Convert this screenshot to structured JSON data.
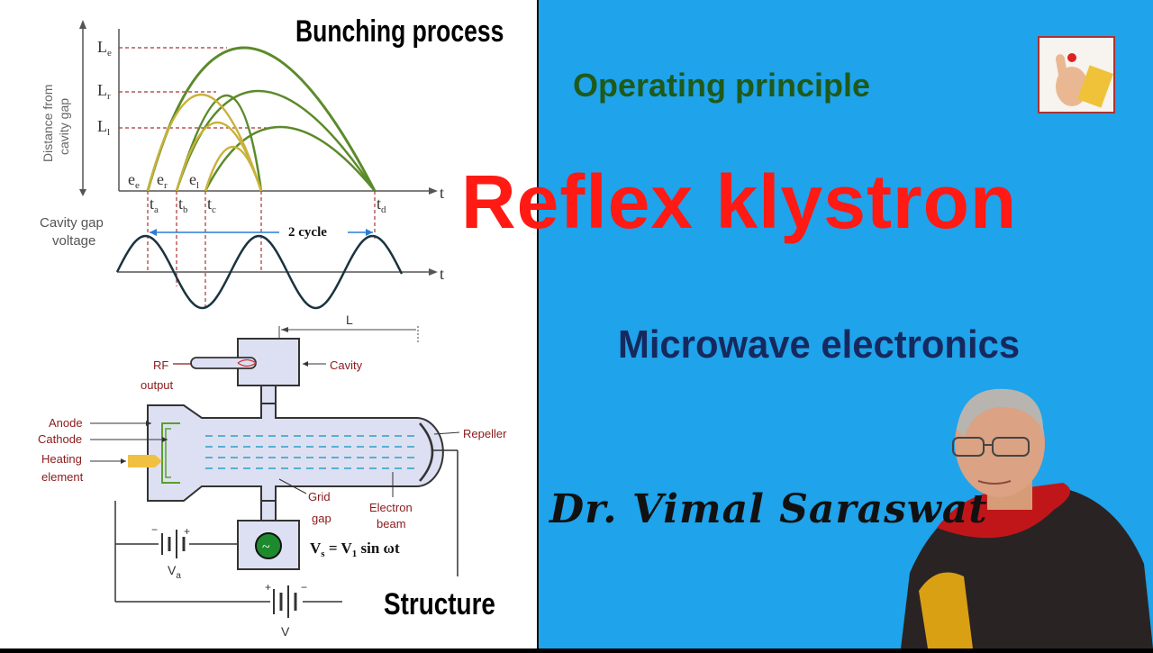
{
  "titles": {
    "main": "Reflex klystron",
    "operating": "Operating principle",
    "microwave": "Microwave electronics",
    "author": "Dr. Vimal Saraswat",
    "bunching": "Bunching process",
    "structure": "Structure"
  },
  "bunching_diagram": {
    "y_axis_label_1": "Distance from",
    "y_axis_label_2": "cavity gap",
    "levels": [
      "L",
      "L",
      "L"
    ],
    "level_subs": [
      "e",
      "r",
      "l"
    ],
    "electrons": [
      "e",
      "e",
      "e"
    ],
    "electron_subs": [
      "e",
      "r",
      "l"
    ],
    "times": [
      "t",
      "t",
      "t",
      "t"
    ],
    "time_subs": [
      "a",
      "b",
      "c",
      "d"
    ],
    "axis_t": "t",
    "voltage_label_1": "Cavity gap",
    "voltage_label_2": "voltage",
    "cycle_label": "2 cycle"
  },
  "structure_diagram": {
    "length_label": "L",
    "rf_label_1": "RF",
    "rf_label_2": "output",
    "cavity_label": "Cavity",
    "anode_label": "Anode",
    "cathode_label": "Cathode",
    "heating_label_1": "Heating",
    "heating_label_2": "element",
    "repeller_label": "Repeller",
    "grid_label_1": "Grid",
    "grid_label_2": "gap",
    "beam_label_1": "Electron",
    "beam_label_2": "beam",
    "va_label": "V",
    "va_sub": "a",
    "v_label": "V",
    "plus": "+",
    "minus": "−",
    "ac_symbol": "~",
    "vs_equation_main": "V",
    "vs_equation_s": "s",
    "vs_equation_eq": " = V",
    "vs_equation_1": "1",
    "vs_equation_tail": " sin ωt"
  },
  "colors": {
    "title_red": "#ff1a14",
    "green_dark": "#1f5a1a",
    "navy": "#16295e",
    "panel_blue": "#1fa3ea",
    "curve_green": "#5b8a2a",
    "curve_gold": "#c9b23a",
    "label_red": "#8b1a1a"
  },
  "icons": {
    "logo": "writing-hand-logo-icon",
    "ac_source": "ac-source-icon",
    "battery": "battery-icon"
  }
}
